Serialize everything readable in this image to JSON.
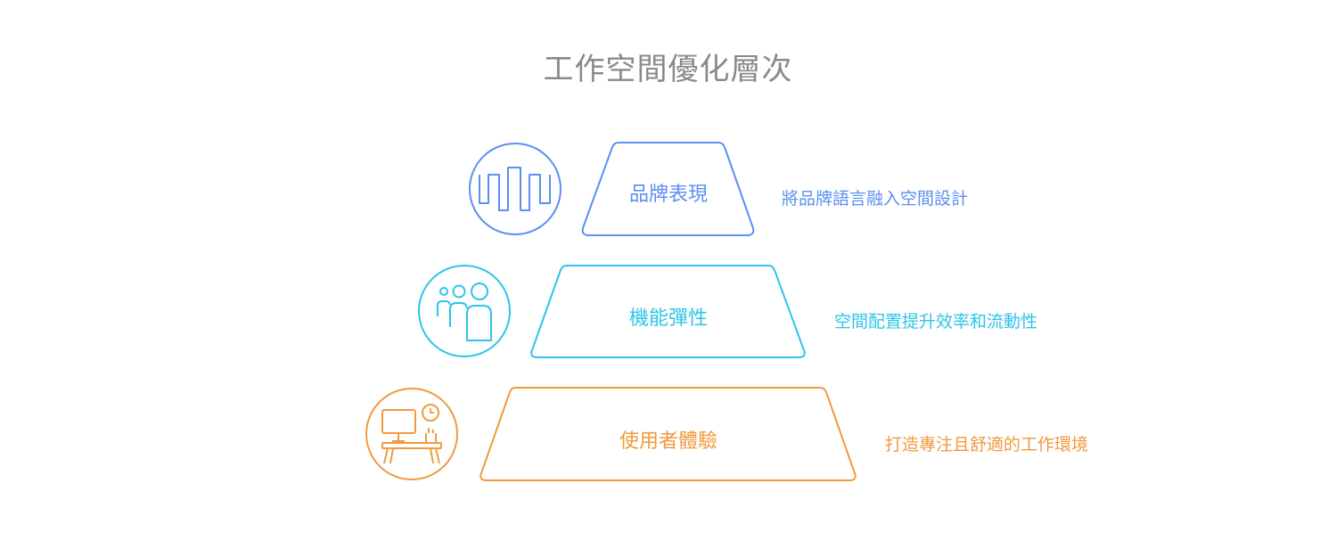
{
  "title": "工作空間優化層次",
  "colors": {
    "top": "#5b8ff0",
    "middle": "#2cc4ea",
    "bottom": "#f09a3e",
    "title": "#8a8a8a"
  },
  "levels": [
    {
      "label": "品牌表現",
      "description": "將品牌語言融入空間設計",
      "icon": "waveform-icon"
    },
    {
      "label": "機能彈性",
      "description": "空間配置提升效率和流動性",
      "icon": "people-group-icon"
    },
    {
      "label": "使用者體驗",
      "description": "打造專注且舒適的工作環境",
      "icon": "desk-workspace-icon"
    }
  ]
}
